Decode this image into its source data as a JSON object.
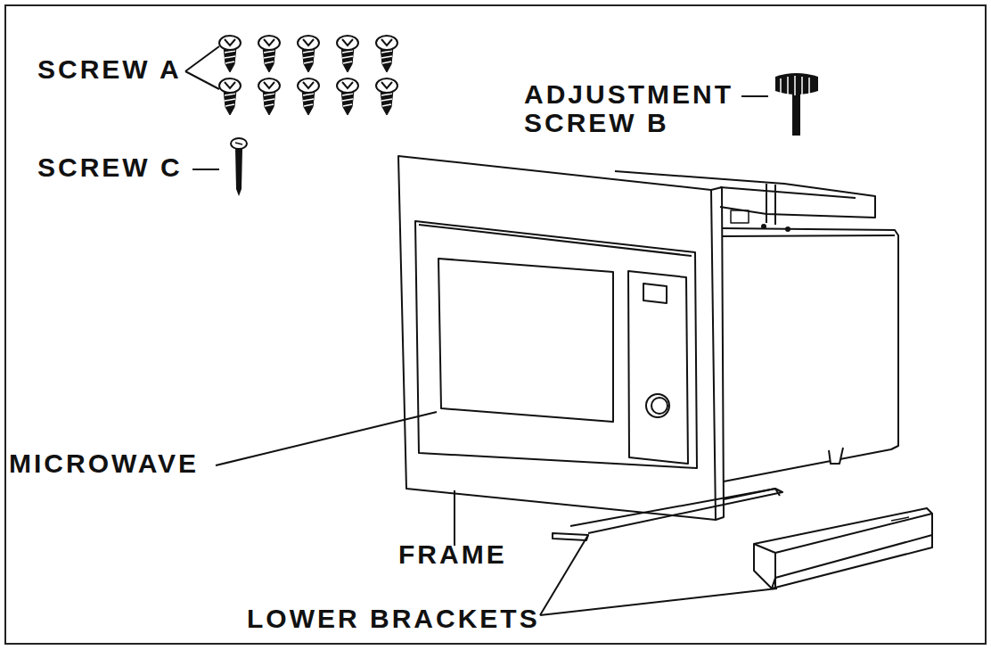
{
  "diagram": {
    "labels": [
      "SCREW A",
      "ADJUSTMENT SCREW B",
      "SCREW C",
      "MICROWAVE",
      "FRAME",
      "LOWER BRACKETS"
    ]
  }
}
